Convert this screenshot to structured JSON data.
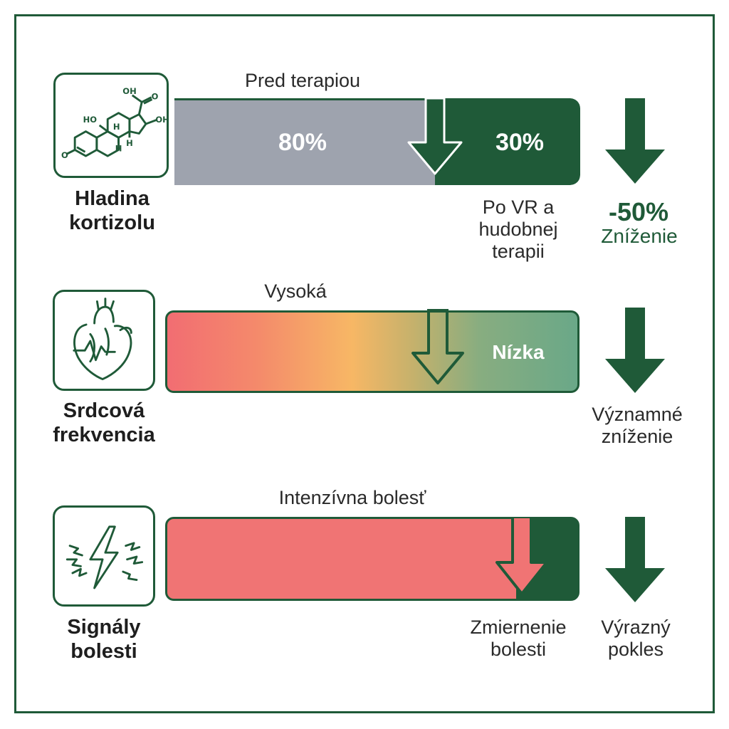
{
  "chart_data": {
    "type": "bar",
    "metrics": [
      {
        "id": "cortisol",
        "label_line1": "Hladina",
        "label_line2": "kortizolu",
        "icon": "cortisol-molecule-icon",
        "before_label": "Pred terapiou",
        "before_value": 80,
        "after_value": 30,
        "before_text": "80%",
        "after_text": "30%",
        "after_caption": [
          "Po VR a",
          "hudobnej",
          "terapii"
        ],
        "change_value": -50,
        "change_text": "-50%",
        "change_caption": "Zníženie"
      },
      {
        "id": "heart",
        "label_line1": "Srdcová",
        "label_line2": "frekvencia",
        "icon": "heart-pulse-icon",
        "before_label": "Vysoká",
        "after_text": "Nízka",
        "change_caption": [
          "Významné",
          "zníženie"
        ]
      },
      {
        "id": "pain",
        "label_line1": "Signály",
        "label_line2": "bolesti",
        "icon": "lightning-pain-icon",
        "before_label": "Intenzívna bolesť",
        "before_value": 100,
        "after_value": 78,
        "after_caption": [
          "Zmiernenie",
          "bolesti"
        ],
        "change_caption": [
          "Výrazný",
          "pokles"
        ]
      }
    ]
  },
  "colors": {
    "brand_green": "#1f5a38",
    "gray_before": "#9ea3ae",
    "pain_red": "#f07474",
    "gradient": [
      "#f26d72",
      "#f59c6a",
      "#f7c363",
      "#a3b07a",
      "#6aa888"
    ]
  }
}
